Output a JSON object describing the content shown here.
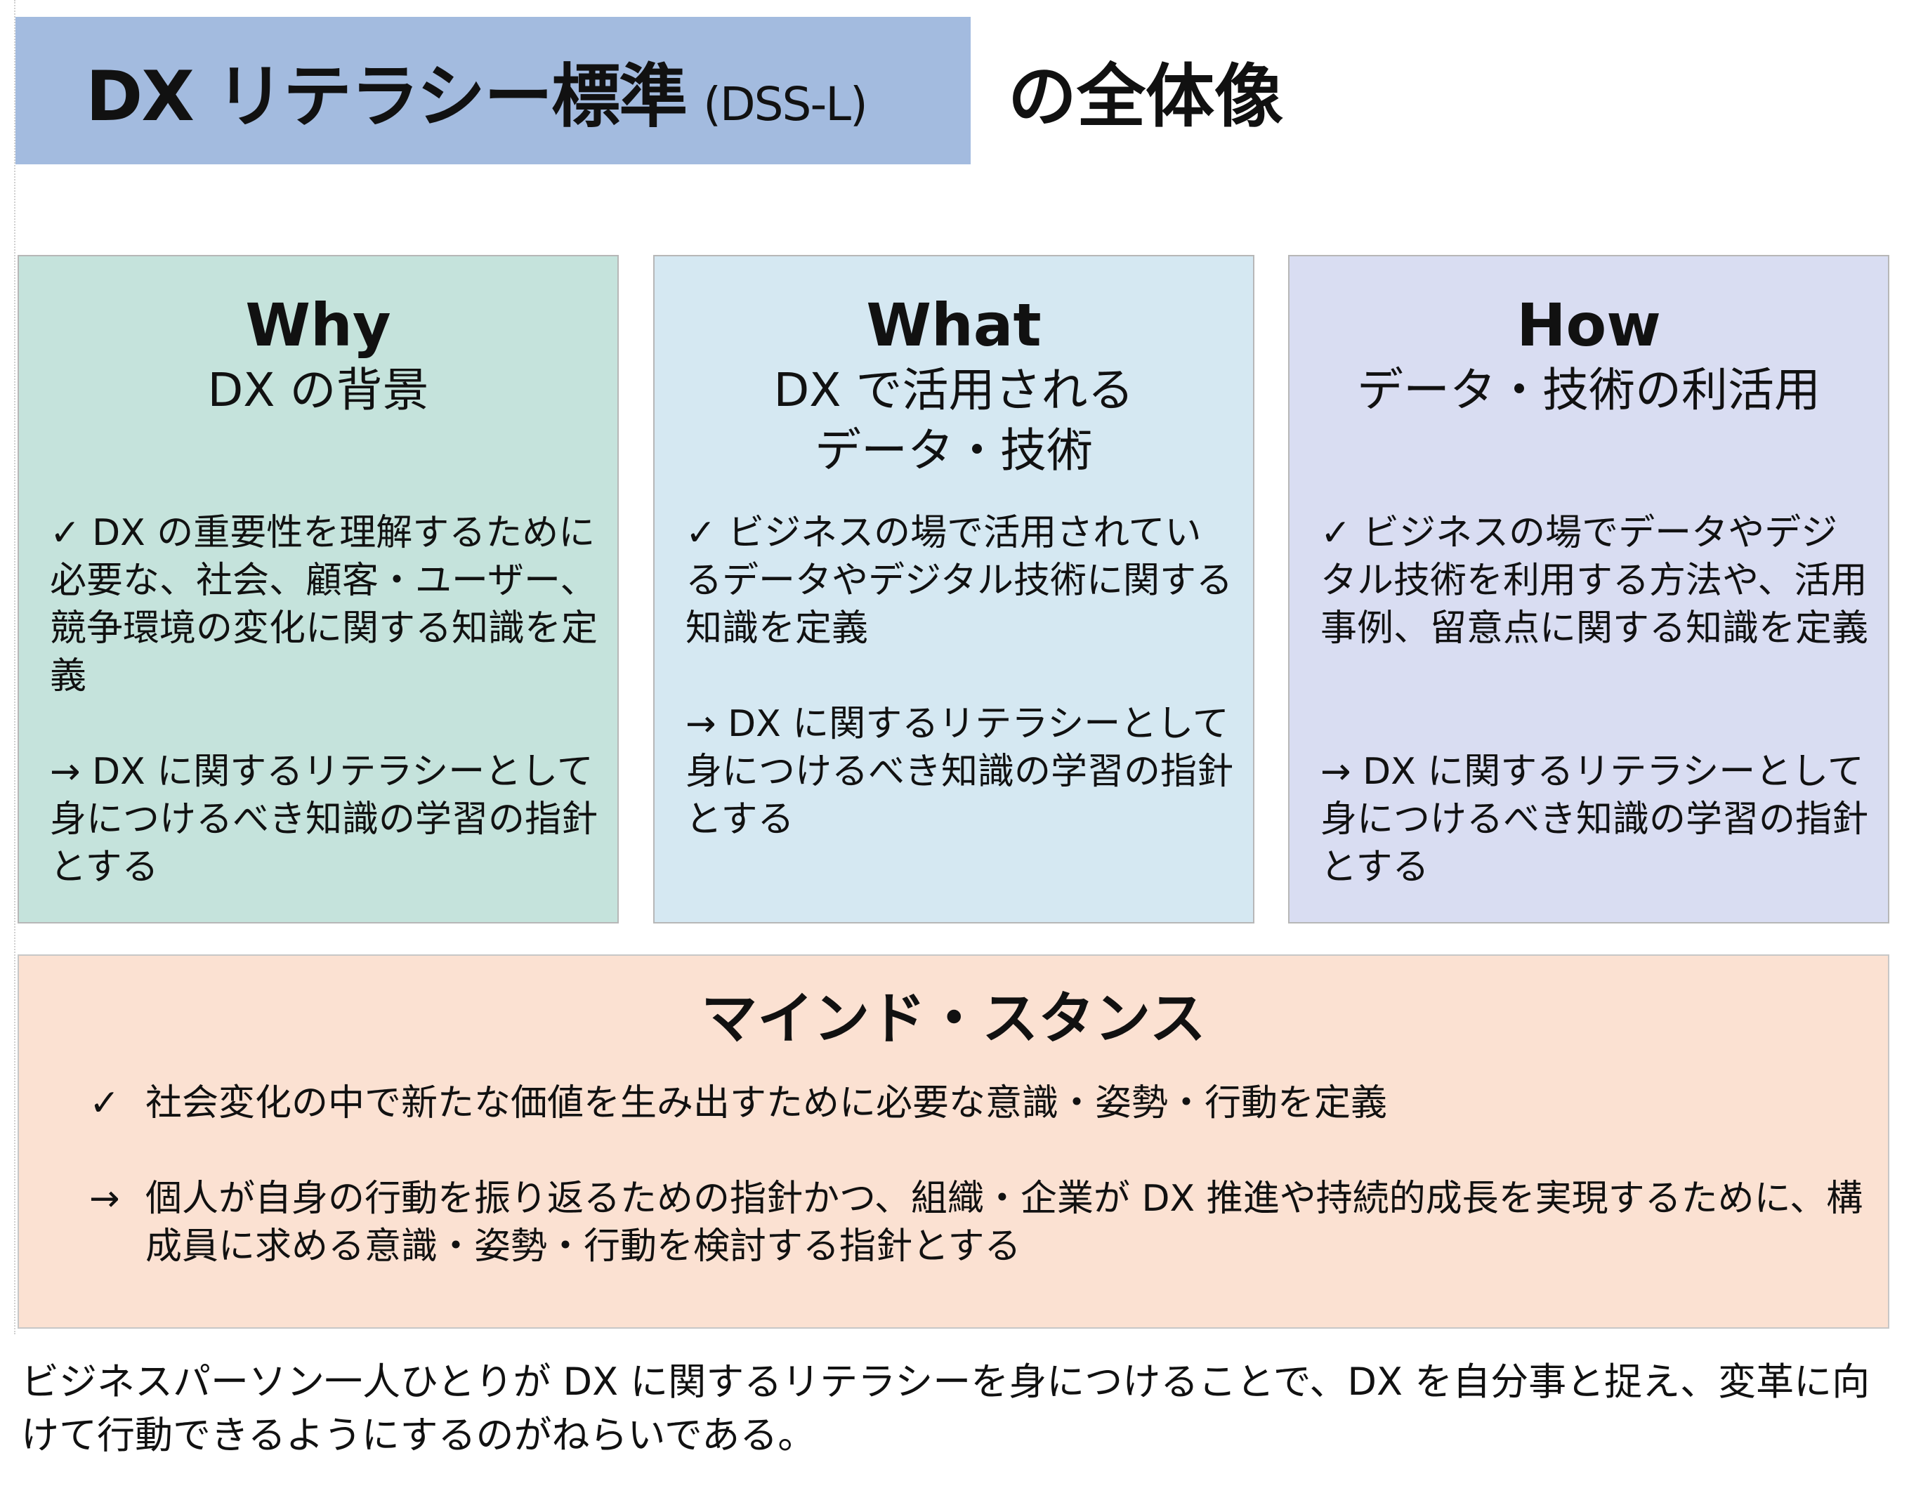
{
  "title": {
    "main": "DX リテラシー標準",
    "paren": "(DSS-L)",
    "suffix": "の全体像"
  },
  "cards": [
    {
      "id": "why",
      "heading": "Why",
      "subtitle": "DX の背景",
      "check_text": "✓ DX の重要性を理解するために必要な、社会、顧客・ユーザー、競争環境の変化に関する知識を定義",
      "arrow_text": "→ DX に関するリテラシーとして身につけるべき知識の学習の指針とする"
    },
    {
      "id": "what",
      "heading": "What",
      "subtitle": "DX で活用される\nデータ・技術",
      "check_text": "✓ ビジネスの場で活用されているデータやデジタル技術に関する知識を定義",
      "arrow_text": "→ DX に関するリテラシーとして身につけるべき知識の学習の指針とする"
    },
    {
      "id": "how",
      "heading": "How",
      "subtitle": "データ・技術の利活用",
      "check_text": "✓ ビジネスの場でデータやデジタル技術を利用する方法や、活用事例、留意点に関する知識を定義",
      "arrow_text": "→ DX に関するリテラシーとして身につけるべき知識の学習の指針とする"
    }
  ],
  "mind": {
    "title": "マインド・スタンス",
    "check_mark": "✓",
    "check_text": "社会変化の中で新たな価値を生み出すために必要な意識・姿勢・行動を定義",
    "arrow_mark": "→",
    "arrow_text": "個人が自身の行動を振り返るための指針かつ、組織・企業が DX 推進や持続的成長を実現するために、構成員に求める意識・姿勢・行動を検討する指針とする"
  },
  "footer": "ビジネスパーソン一人ひとりが DX に関するリテラシーを身につけることで、DX を自分事と捉え、変革に向けて行動できるようにするのがねらいである。"
}
